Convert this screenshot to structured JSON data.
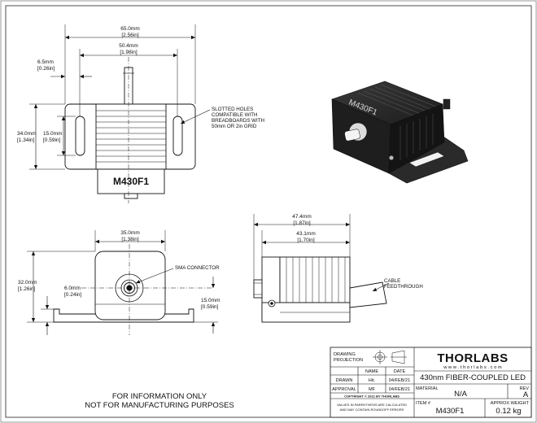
{
  "top_view": {
    "dims": {
      "overall_width": "65.0mm",
      "overall_width_in": "[2.56in]",
      "slot_spacing": "50.4mm",
      "slot_spacing_in": "[1.98in]",
      "slot_offset": "6.5mm",
      "slot_offset_in": "[0.26in]",
      "overall_depth": "34.0mm",
      "overall_depth_in": "[1.34in]",
      "slot_length": "15.0mm",
      "slot_length_in": "[0.59in]"
    },
    "part_label": "M430F1",
    "note_lines": [
      "SLOTTED HOLES",
      "COMPATIBLE WITH",
      "BREADBOARDS WITH",
      "50mm OR 2in GRID"
    ]
  },
  "iso_view": {
    "part_label": "M430F1"
  },
  "front_view": {
    "dims": {
      "body_width": "35.0mm",
      "body_width_in": "[1.38in]",
      "height": "32.0mm",
      "height_in": "[1.26in]",
      "flange_height": "6.0mm",
      "flange_height_in": "[0.24in]",
      "axis_height": "15.0mm",
      "axis_height_in": "[0.59in]"
    },
    "note": "SMA CONNECTOR"
  },
  "side_view": {
    "dims": {
      "overall_length": "47.4mm",
      "overall_length_in": "[1.87in]",
      "body_length": "43.1mm",
      "body_length_in": "[1.70in]"
    },
    "note_lines": [
      "CABLE",
      "FEEDTHROUGH"
    ]
  },
  "footer_lines": [
    "FOR INFORMATION ONLY",
    "NOT FOR MANUFACTURING PURPOSES"
  ],
  "title_block": {
    "projection_lines": [
      "DRAWING",
      "PROJECTION"
    ],
    "col_name": "NAME",
    "col_date": "DATE",
    "rows": [
      {
        "label": "DRAWN",
        "name": "Hit.",
        "date": "04/FEB/21"
      },
      {
        "label": "APPROVAL",
        "name": "MF",
        "date": "04/FEB/21"
      }
    ],
    "copyright": "COPYRIGHT © 2021 BY THORLABS",
    "disclaimer_lines": [
      "VALUES IN PARENTHESIS ARE CALCULATED",
      "AND MAY CONTAIN ROUNDOFF ERRORS"
    ],
    "logo": "THORLABS",
    "url": "w w w . t h o r l a b s . c o m",
    "description": "430nm FIBER-COUPLED LED",
    "material_label": "MATERIAL",
    "material": "N/A",
    "rev_label": "REV",
    "rev": "A",
    "item_label": "ITEM #",
    "item": "M430F1",
    "weight_label": "APPROX WEIGHT",
    "weight": "0.12 kg"
  }
}
